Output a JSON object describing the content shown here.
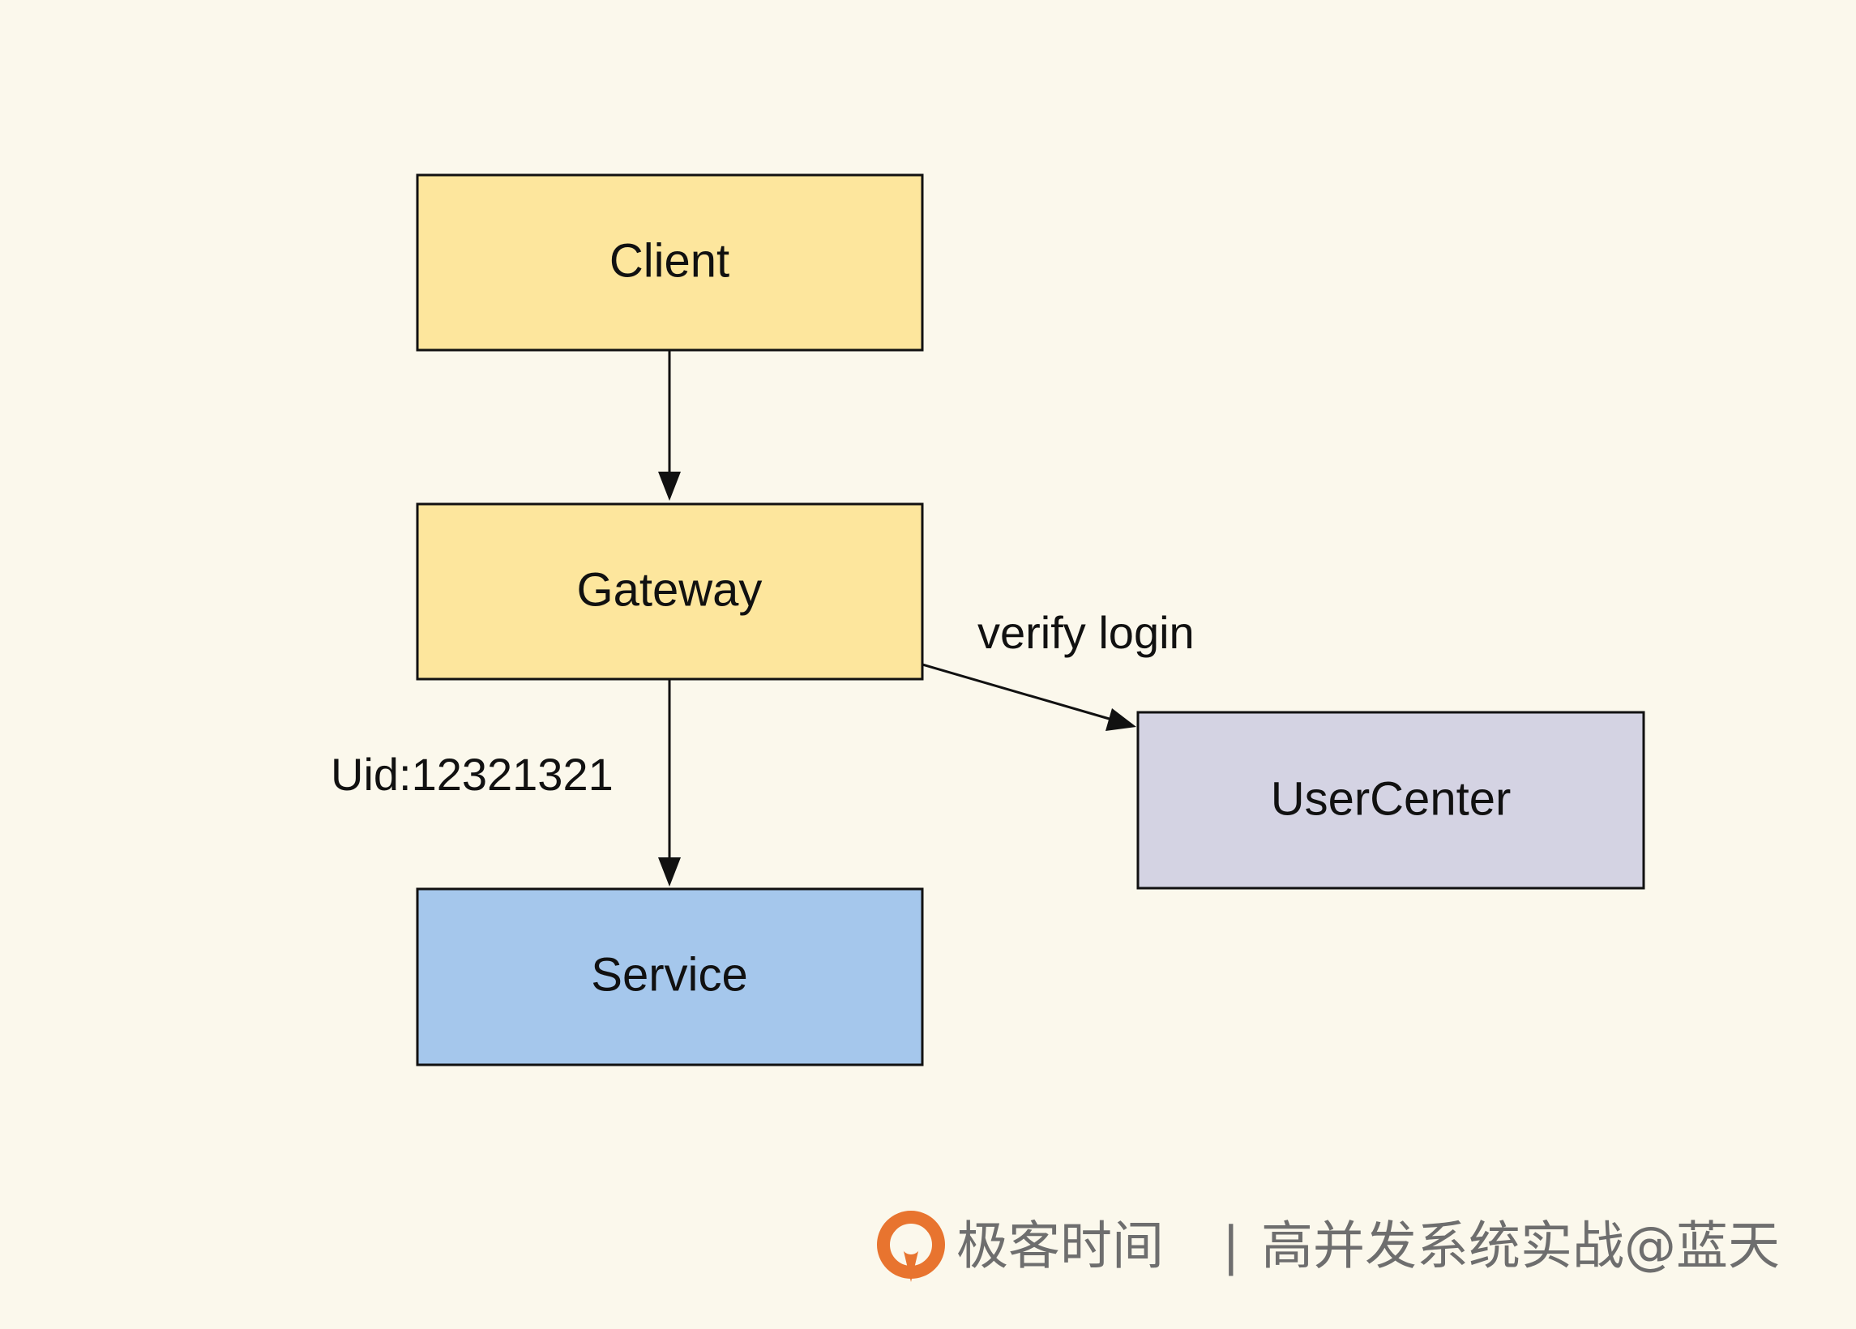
{
  "colors": {
    "background": "#fbf8ec",
    "client_fill": "#fde69d",
    "gateway_fill": "#fde69d",
    "service_fill": "#a5c7ec",
    "usercenter_fill": "#d4d3e3",
    "stroke": "#111111",
    "watermark_text": "#6e6e6e",
    "logo_orange": "#e8742f"
  },
  "nodes": {
    "client": {
      "label": "Client"
    },
    "gateway": {
      "label": "Gateway"
    },
    "service": {
      "label": "Service"
    },
    "usercenter": {
      "label": "UserCenter"
    }
  },
  "edges": {
    "client_to_gateway": {
      "label": ""
    },
    "gateway_to_service": {
      "label": "Uid:12321321"
    },
    "gateway_to_usercenter": {
      "label": "verify login"
    }
  },
  "watermark": {
    "logo_icon": "geektime-logo-icon",
    "brand": "极客时间",
    "separator": "|",
    "course": "高并发系统实战@蓝天"
  }
}
